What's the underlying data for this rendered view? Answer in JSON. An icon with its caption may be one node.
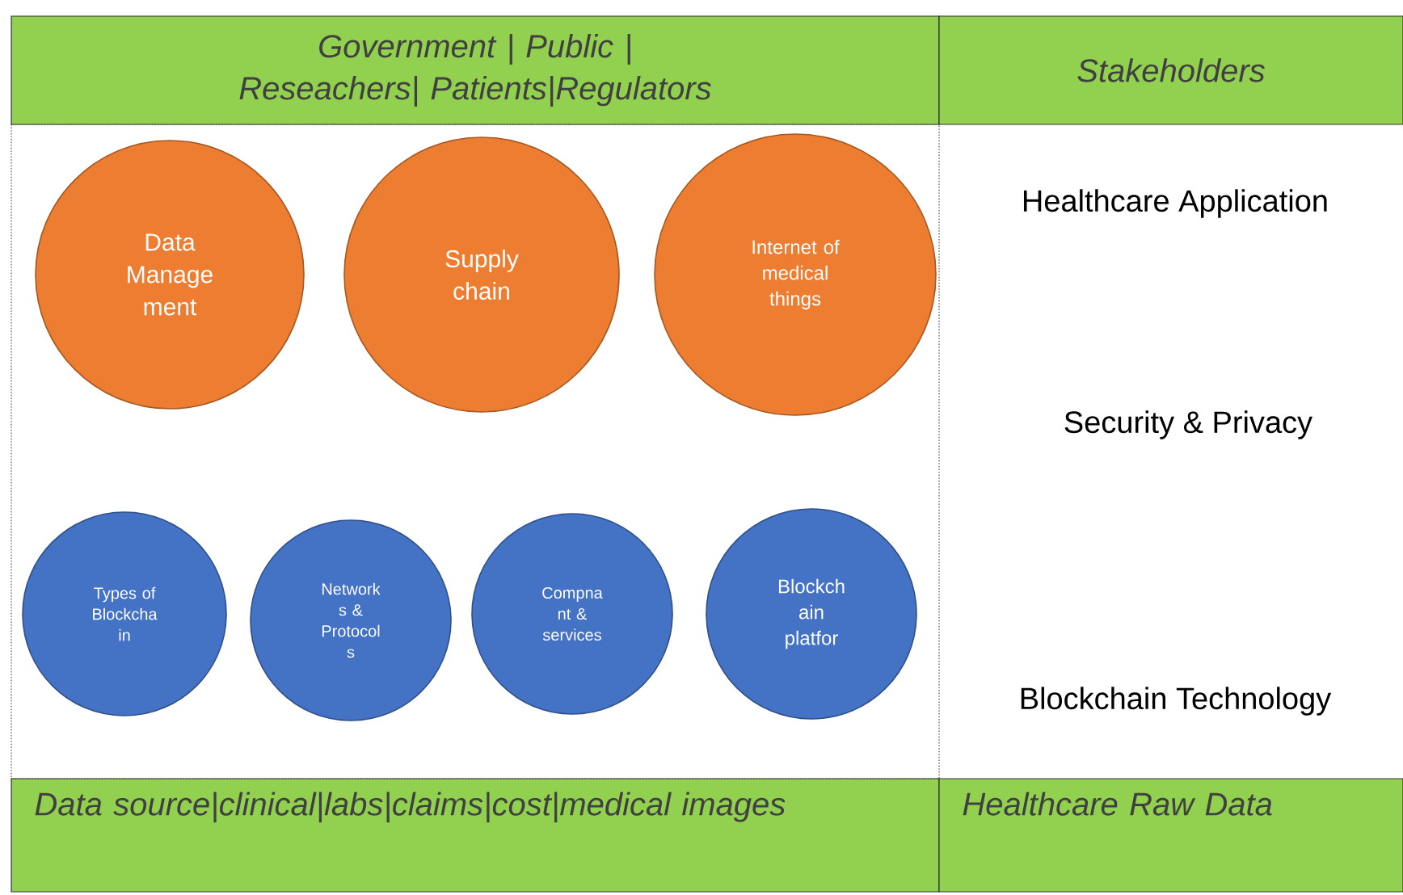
{
  "diagram": {
    "nodes": [
      {
        "text": [
          "Government | Public | Reseachers| Patients|Regulators"
        ]
      },
      {
        "text": [
          "Stakeholders"
        ]
      },
      {
        "text": [
          "Data Manage ment"
        ]
      },
      {
        "text": [
          "Supply chain"
        ]
      },
      {
        "text": [
          "Internet of medical things"
        ]
      },
      {
        "text": [
          "Types of Blockcha in"
        ]
      },
      {
        "text": [
          "Network s & Protocol s"
        ]
      },
      {
        "text": [
          "Compna nt & services"
        ]
      },
      {
        "text": [
          "Blockch ain platfor"
        ]
      },
      {
        "text": [
          "Data source|clinical|labs|claims|cost|medical images"
        ]
      },
      {
        "text": [
          "Healthcare Raw Data"
        ]
      }
    ],
    "edges": [],
    "labels": [
      "Healthcare Application",
      "Security & Privacy",
      "Blockchain Technology"
    ]
  }
}
